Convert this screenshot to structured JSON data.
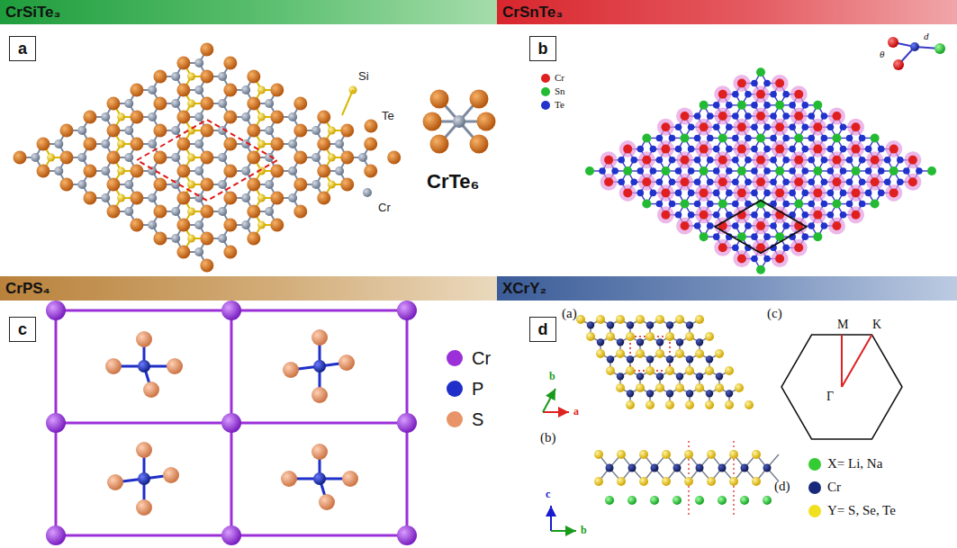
{
  "diagram": {
    "nodes": [
      {
        "text": [
          "CrSiTe₃"
        ]
      },
      {
        "text": [
          "CrSnTe₃"
        ]
      },
      {
        "text": [
          "CrPS₄"
        ]
      },
      {
        "text": [
          "XCrY₂"
        ]
      },
      {
        "text": [
          "a"
        ]
      },
      {
        "text": [
          "b"
        ]
      },
      {
        "text": [
          "c"
        ]
      },
      {
        "text": [
          "d"
        ]
      }
    ],
    "labels": [
      "Si",
      "Te",
      "Cr",
      "CrTe₆",
      "θ",
      "d",
      "(a)",
      "(c)",
      "M",
      "K",
      "Γ",
      "b",
      "a",
      "(b)",
      "c",
      "b",
      "(d)"
    ],
    "legend": [
      {
        "text": "Cr",
        "color": "#e02020"
      },
      {
        "text": "Sn",
        "color": "#22bb33"
      },
      {
        "text": "Te",
        "color": "#2233cc"
      },
      {
        "text": "Cr",
        "color": "#9b30d9"
      },
      {
        "text": "P",
        "color": "#1f2fc8"
      },
      {
        "text": "S",
        "color": "#e89468"
      },
      {
        "text": "X= Li, Na",
        "color": "#33cc33"
      },
      {
        "text": "Cr",
        "color": "#1a2a7a"
      },
      {
        "text": "Y= S, Se, Te",
        "color": "#f0e020"
      }
    ]
  }
}
